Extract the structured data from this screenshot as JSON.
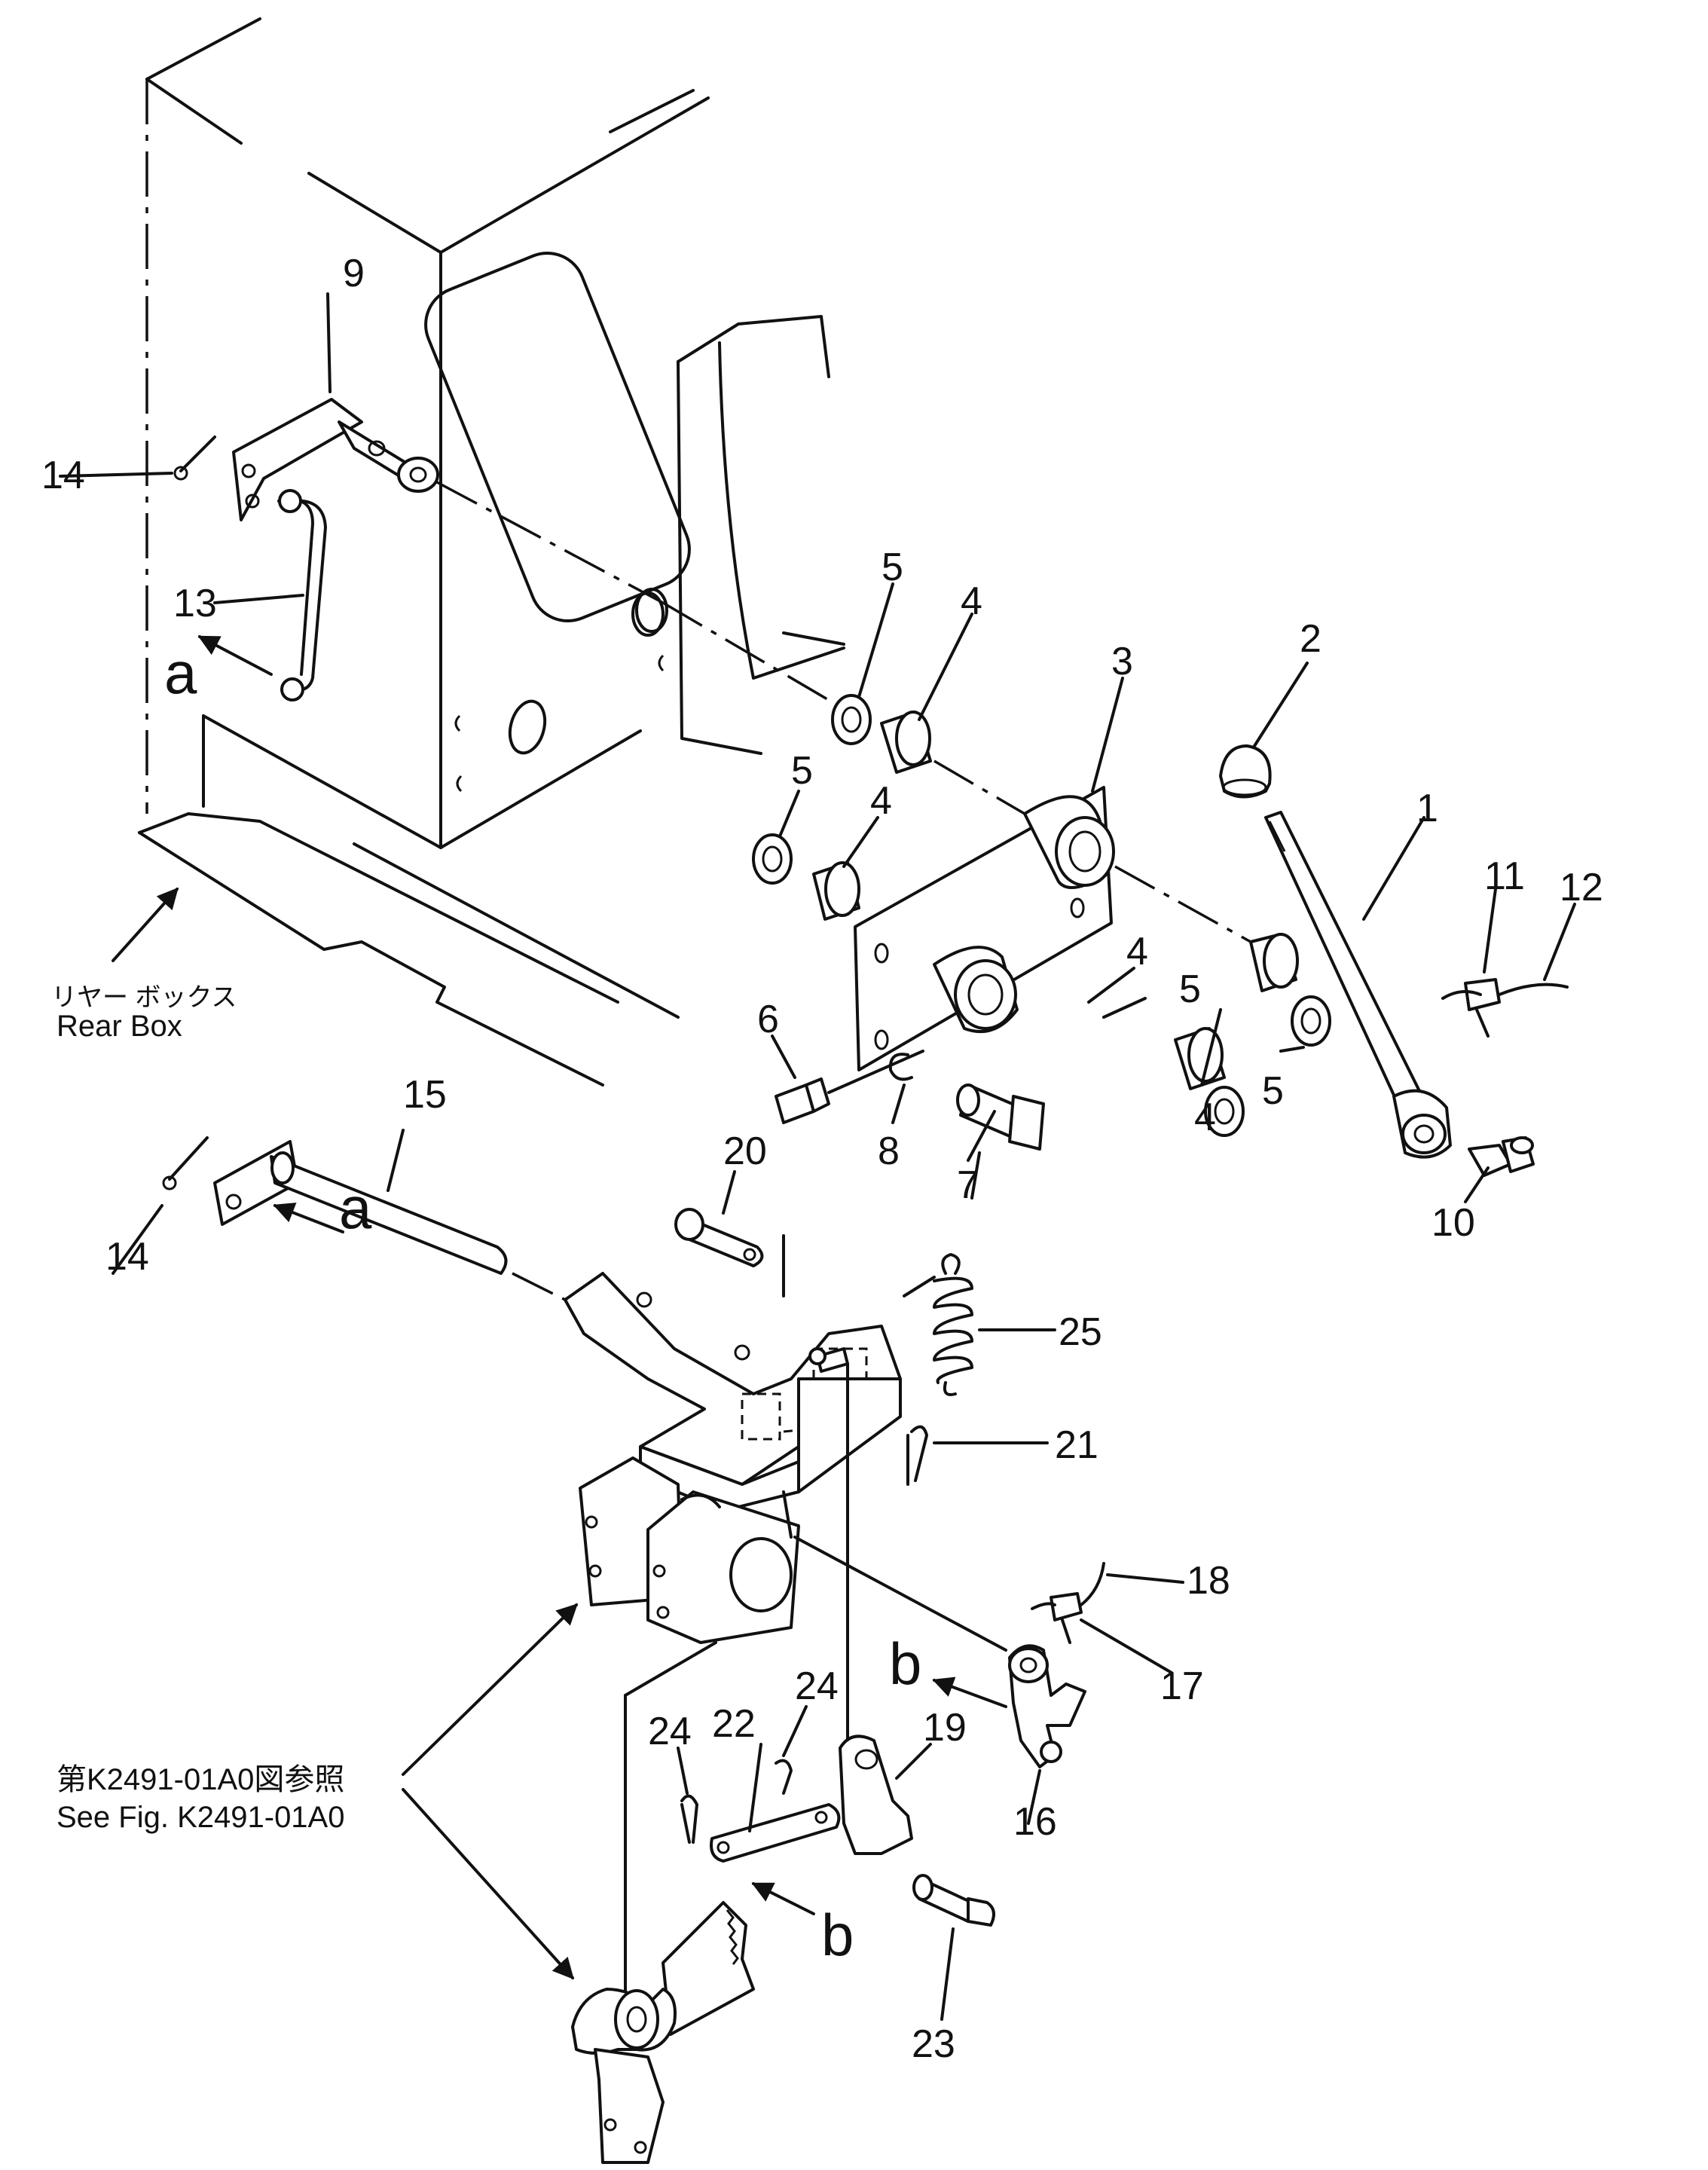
{
  "callouts": {
    "c1": "1",
    "c2": "2",
    "c3": "3",
    "c4a": "4",
    "c4b": "4",
    "c4c": "4",
    "c4d": "4",
    "c5a": "5",
    "c5b": "5",
    "c5c": "5",
    "c5d": "5",
    "c6": "6",
    "c7": "7",
    "c8": "8",
    "c9": "9",
    "c10": "10",
    "c11": "11",
    "c12": "12",
    "c13": "13",
    "c14a": "14",
    "c14b": "14",
    "c15": "15",
    "c16": "16",
    "c17": "17",
    "c18": "18",
    "c19": "19",
    "c20": "20",
    "c21": "21",
    "c22": "22",
    "c23": "23",
    "c24a": "24",
    "c24b": "24",
    "c25": "25"
  },
  "view_arrows": {
    "a1": "a",
    "a2": "a",
    "b1": "b",
    "b2": "b"
  },
  "notes": {
    "rear_box_jp": "リヤー ボックス",
    "rear_box_en": "Rear Box",
    "see_fig_jp": "第K2491-01A0図参照",
    "see_fig_en": "See Fig. K2491-01A0"
  }
}
